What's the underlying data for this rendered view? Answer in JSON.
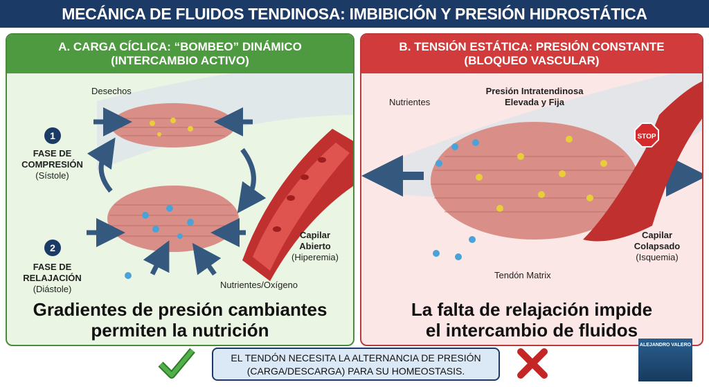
{
  "title": "MECÁNICA DE FLUIDOS TENDINOSA: IMBIBICIÓN Y PRESIÓN HIDROSTÁTICA",
  "left": {
    "header_line1": "A. CARGA CÍCLICA: “BOMBEO” DINÁMICO",
    "header_line2": "(INTERCAMBIO ACTIVO)",
    "step1_num": "1",
    "step1_title_1": "FASE DE",
    "step1_title_2": "COMPRESIÓN",
    "step1_sub": "(Sístole)",
    "step2_num": "2",
    "step2_title_1": "FASE DE",
    "step2_title_2": "RELAJACIÓN",
    "step2_sub": "(Diástole)",
    "waste": "Desechos",
    "nutrients": "Nutrientes/Oxígeno",
    "capillary_1": "Capilar",
    "capillary_2": "Abierto",
    "capillary_sub": "(Hiperemia)",
    "caption_1": "Gradientes de presión cambiantes",
    "caption_2": "permiten la nutrición",
    "icon": "check-icon",
    "accent": "#4e9a40"
  },
  "right": {
    "header_line1": "B. TENSIÓN ESTÁTICA: PRESIÓN CONSTANTE",
    "header_line2": "(BLOQUEO VASCULAR)",
    "nutrients": "Nutrientes",
    "pressure_1": "Presión Intratendinosa",
    "pressure_2": "Elevada y Fija",
    "stop": "STOP",
    "capillary_1": "Capilar",
    "capillary_2": "Colapsado",
    "capillary_sub": "(Isquemia)",
    "matrix": "Tendón Matrix",
    "caption_1": "La falta de relajación impide",
    "caption_2": "el intercambio de fluidos",
    "icon": "cross-icon",
    "accent": "#d13b3b"
  },
  "note_1": "EL TENDÓN NECESITA LA ALTERNANCIA DE PRESIÓN",
  "note_2": "(CARGA/DESCARGA) PARA SU HOMEOSTASIS.",
  "logo": "ALEJANDRO VALERO"
}
